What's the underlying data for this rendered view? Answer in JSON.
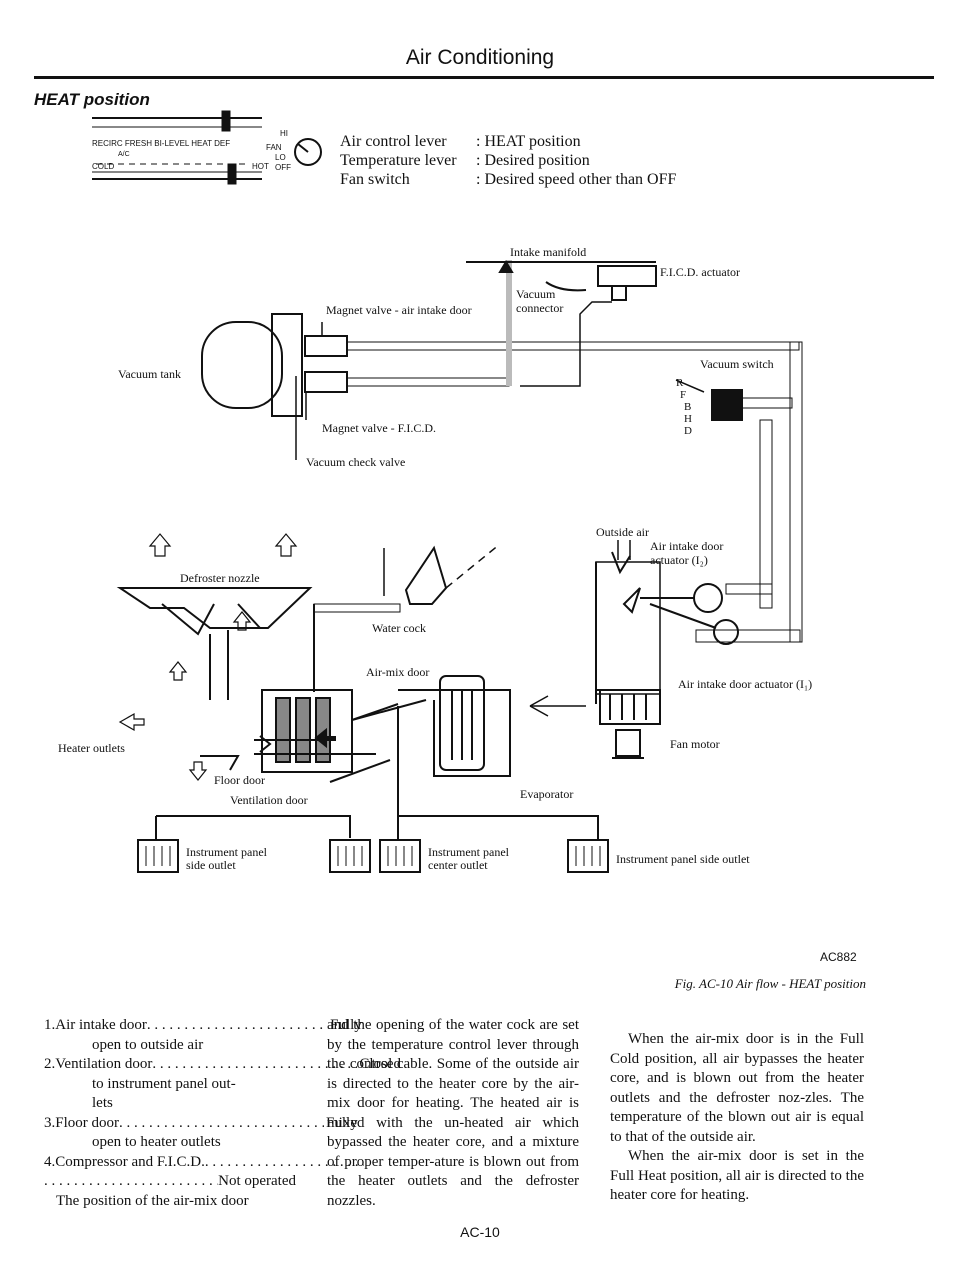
{
  "header": {
    "title": "Air Conditioning"
  },
  "section": {
    "title": "HEAT position"
  },
  "panel": {
    "modes": "RECIRC  FRESH  BI-LEVEL  HEAT  DEF",
    "ac_mark": "A/C",
    "cold": "COLD",
    "hot": "HOT",
    "fan": "FAN",
    "hi": "HI",
    "lo": "LO",
    "off": "OFF"
  },
  "settings": [
    {
      "key": "Air control lever",
      "value": ": HEAT position"
    },
    {
      "key": "Temperature lever",
      "value": ": Desired position"
    },
    {
      "key": "Fan switch",
      "value": ": Desired speed other than OFF"
    }
  ],
  "diagram_labels": {
    "intake_manifold": "Intake manifold",
    "fic_actuator": "F.I.C.D. actuator",
    "vacuum_connector_1": "Vacuum",
    "vacuum_connector_2": "connector",
    "magnet_valve_air": "Magnet valve - air intake door",
    "vacuum_tank": "Vacuum tank",
    "magnet_valve_ficd": "Magnet valve - F.I.C.D.",
    "vacuum_check_valve": "Vacuum check valve",
    "vacuum_switch": "Vacuum switch",
    "switch_r": "R",
    "switch_f": "F",
    "switch_b": "B",
    "switch_h": "H",
    "switch_d": "D",
    "outside_air": "Outside air",
    "air_intake_door_i2_1": "Air intake door",
    "air_intake_door_i2_2": "actuator (I₂)",
    "defroster_nozzle": "Defroster nozzle",
    "water_cock": "Water cock",
    "air_mix_door": "Air-mix door",
    "air_intake_door_i1": "Air intake door actuator (I₁)",
    "heater_outlets": "Heater outlets",
    "floor_door": "Floor door",
    "ventilation_door": "Ventilation door",
    "fan_motor": "Fan motor",
    "evaporator": "Evaporator",
    "ip_side_outlet_left_1": "Instrument panel",
    "ip_side_outlet_left_2": "side outlet",
    "ip_center_outlet_1": "Instrument panel",
    "ip_center_outlet_2": "center outlet",
    "ip_side_outlet_right": "Instrument panel side outlet"
  },
  "figure": {
    "code": "AC882",
    "caption": "Fig. AC-10  Air flow - HEAT position"
  },
  "list": [
    {
      "num": "1.",
      "label": "Air intake door",
      "value": "Fully",
      "sub": "open to outside air"
    },
    {
      "num": "2.",
      "label": "Ventilation door",
      "value": "Closed",
      "sub": "to instrument panel out-"
    },
    {
      "num": "",
      "label": "",
      "value": "",
      "sub": "lets"
    },
    {
      "num": "3.",
      "label": "Floor door",
      "value": "Fully",
      "sub": "open to heater outlets"
    },
    {
      "num": "4.",
      "label": "Compressor and F.I.C.D.",
      "value": "",
      "sub": ""
    }
  ],
  "list_extra": {
    "not_operated": "Not operated",
    "trailing": "The position of the air-mix door"
  },
  "col2": "and the opening of the water cock are set by the temperature control lever through the control cable. Some of the outside air is directed to the heater core by the air-mix door for heating. The heated air is mixed with the un-heated air which bypassed the heater core, and a mixture of proper temper-ature is blown out from the heater outlets and the defroster nozzles.",
  "col3": [
    "When the air-mix door is in the Full Cold position, all air bypasses the heater core, and is blown out from the heater outlets and the defroster noz-zles. The temperature of the blown out air is equal to that of the outside air.",
    "When the air-mix door is set in the Full Heat position, all air is directed to the heater core for heating."
  ],
  "page": {
    "number": "AC-10"
  }
}
